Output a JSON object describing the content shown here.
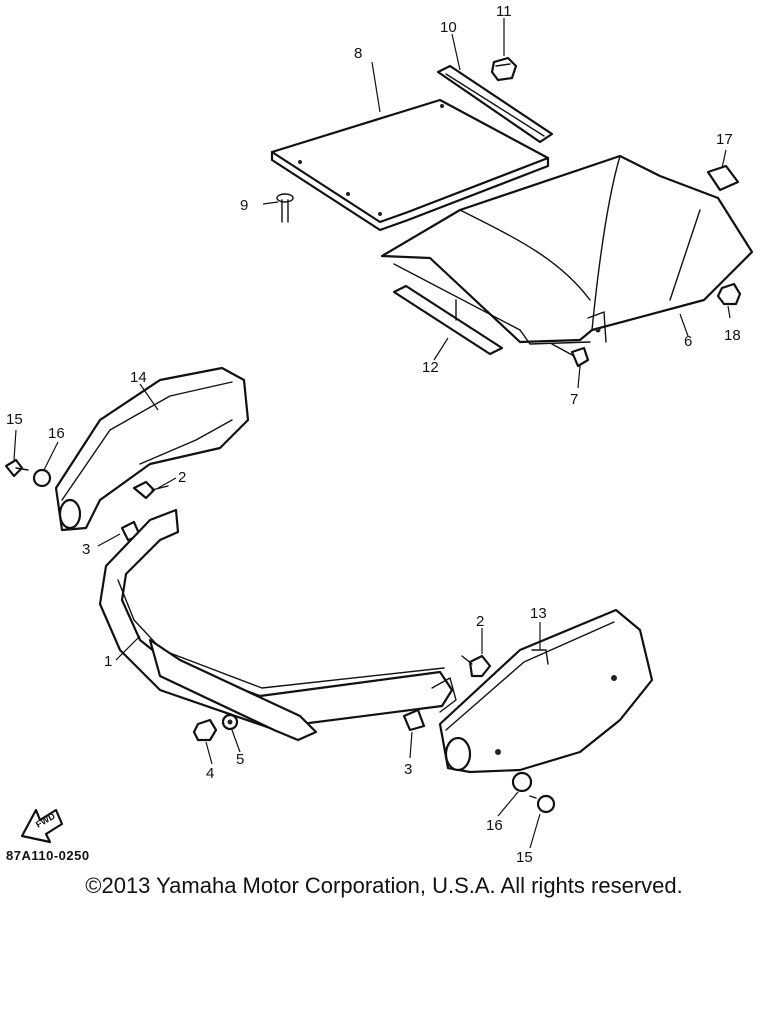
{
  "diagram": {
    "callouts": [
      {
        "id": "c1",
        "text": "1"
      },
      {
        "id": "c2a",
        "text": "2"
      },
      {
        "id": "c2b",
        "text": "2"
      },
      {
        "id": "c3a",
        "text": "3"
      },
      {
        "id": "c3b",
        "text": "3"
      },
      {
        "id": "c4",
        "text": "4"
      },
      {
        "id": "c5",
        "text": "5"
      },
      {
        "id": "c6",
        "text": "6"
      },
      {
        "id": "c7",
        "text": "7"
      },
      {
        "id": "c8",
        "text": "8"
      },
      {
        "id": "c9",
        "text": "9"
      },
      {
        "id": "c10",
        "text": "10"
      },
      {
        "id": "c11",
        "text": "11"
      },
      {
        "id": "c12",
        "text": "12"
      },
      {
        "id": "c13",
        "text": "13"
      },
      {
        "id": "c14",
        "text": "14"
      },
      {
        "id": "c15a",
        "text": "15"
      },
      {
        "id": "c15b",
        "text": "15"
      },
      {
        "id": "c16a",
        "text": "16"
      },
      {
        "id": "c16b",
        "text": "16"
      },
      {
        "id": "c17",
        "text": "17"
      },
      {
        "id": "c18",
        "text": "18"
      }
    ],
    "fwd_label": "FWD",
    "reference_code": "87A110-0250",
    "copyright": "©2013 Yamaha Motor Corporation, U.S.A. All rights reserved."
  }
}
